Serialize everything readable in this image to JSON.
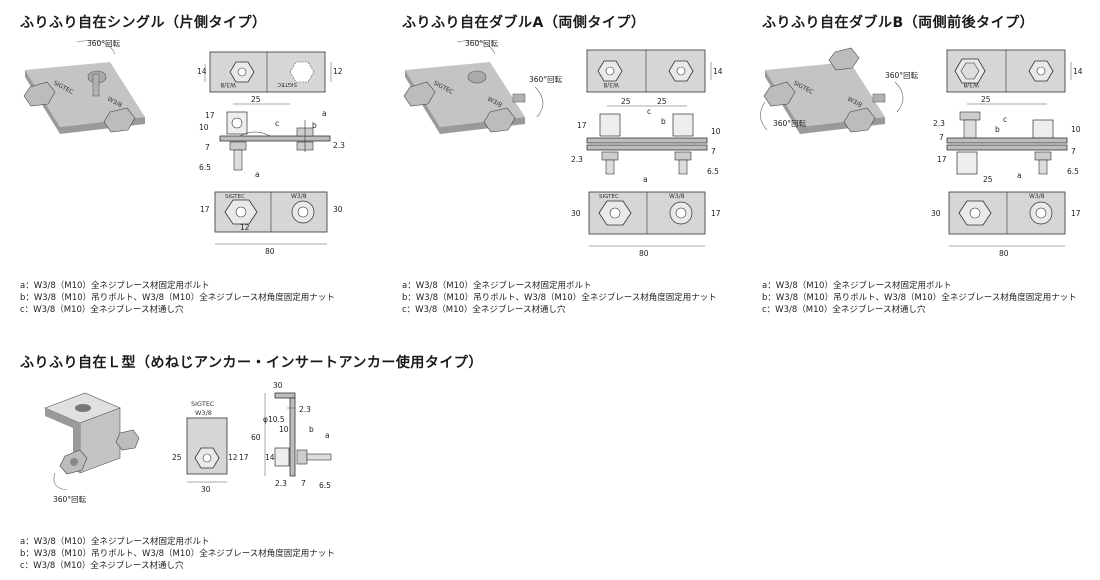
{
  "sections": [
    {
      "title": "ふりふり自在シングル（片側タイプ）",
      "rotation_label": "360°回転",
      "plate_labels": [
        "W3/8",
        "SIGTEC",
        "SIGTEC",
        "W3/8"
      ],
      "dims": {
        "d14": "14",
        "d12": "12",
        "d25": "25",
        "d17": "17",
        "d10": "10",
        "d7": "7",
        "d23": "2.3",
        "d65": "6.5",
        "d30": "30",
        "d80": "80",
        "a": "a",
        "b": "b",
        "c": "c"
      },
      "notes": [
        "a：W3/8（M10）全ネジブレース材固定用ボルト",
        "b：W3/8（M10）吊りボルト、W3/8（M10）全ネジブレース材角度固定用ナット",
        "c：W3/8（M10）全ネジブレース材通し穴"
      ]
    },
    {
      "title": "ふりふり自在ダブルA（両側タイプ）",
      "rotation_label_1": "360°回転",
      "rotation_label_2": "360°回転",
      "plate_labels": [
        "W3/8",
        "SIGTEC",
        "SIGTEC",
        "W3/8"
      ],
      "dims": {
        "d14": "14",
        "d25a": "25",
        "d25b": "25",
        "d17": "17",
        "d10": "10",
        "d7": "7",
        "d23": "2.3",
        "d65": "6.5",
        "d30": "30",
        "d80": "80",
        "a": "a",
        "b": "b",
        "c": "c"
      },
      "notes": [
        "a：W3/8（M10）全ネジブレース材固定用ボルト",
        "b：W3/8（M10）吊りボルト、W3/8（M10）全ネジブレース材角度固定用ナット",
        "c：W3/8（M10）全ネジブレース材通し穴"
      ]
    },
    {
      "title": "ふりふり自在ダブルB（両側前後タイプ）",
      "rotation_label_1": "360°回転",
      "rotation_label_2": "360°回転",
      "plate_labels": [
        "W3/8",
        "W3/8"
      ],
      "dims": {
        "d14": "14",
        "d25a": "25",
        "d25b": "25",
        "d23": "2.3",
        "d10": "10",
        "d7a": "7",
        "d7b": "7",
        "d17": "17",
        "d65": "6.5",
        "d30": "30",
        "d80": "80",
        "a": "a",
        "b": "b",
        "c": "c"
      },
      "notes": [
        "a：W3/8（M10）全ネジブレース材固定用ボルト",
        "b：W3/8（M10）吊りボルト、W3/8（M10）全ネジブレース材角度固定用ナット",
        "c：W3/8（M10）全ネジブレース材通し穴"
      ]
    },
    {
      "title": "ふりふり自在Ｌ型（めねじアンカー・インサートアンカー使用タイプ）",
      "rotation_label": "360°回転",
      "plate_labels": [
        "SIGTEC",
        "W3/8"
      ],
      "dims": {
        "d30top": "30",
        "d23": "2.3",
        "d105": "φ10.5",
        "d10": "10",
        "d60": "60",
        "d25": "25",
        "d12": "12",
        "d17": "17",
        "d14": "14",
        "d30bot": "30",
        "d7": "7",
        "d65": "6.5",
        "a": "a",
        "b": "b"
      },
      "notes": [
        "a：W3/8（M10）全ネジブレース材固定用ボルト",
        "b：W3/8（M10）吊りボルト、W3/8（M10）全ネジブレース材角度固定用ナット",
        "c：W3/8（M10）全ネジブレース材通し穴"
      ]
    }
  ]
}
